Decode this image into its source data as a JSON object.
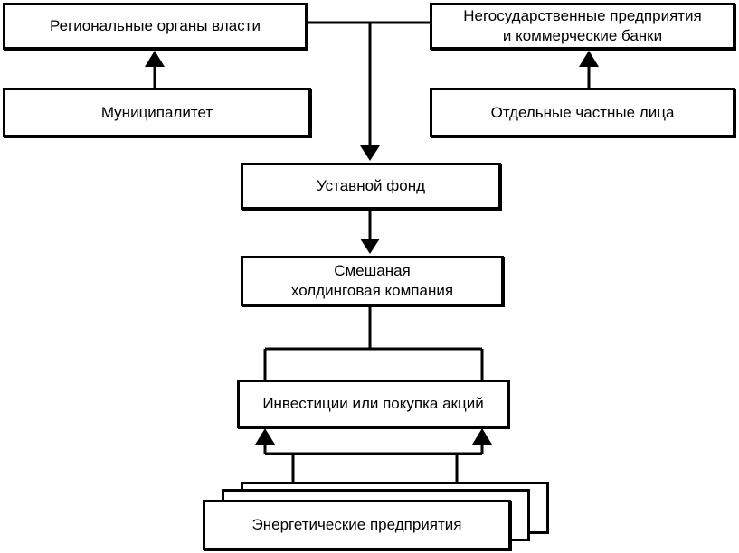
{
  "diagram": {
    "nodes": {
      "regional": {
        "label": "Региональные органы власти"
      },
      "municipality": {
        "label": "Муниципалитет"
      },
      "nonstate": {
        "label": "Негосударственные предприятия\nи коммерческие банки"
      },
      "private": {
        "label": "Отдельные частные лица"
      },
      "fund": {
        "label": "Уставной фонд"
      },
      "holding": {
        "label": "Смешаная\nхолдинговая компания"
      },
      "invest": {
        "label": "Инвестиции или покупка акций"
      },
      "energy": {
        "label": "Энергетические предприятия"
      }
    },
    "edges": [
      {
        "from": "municipality",
        "to": "regional"
      },
      {
        "from": "private",
        "to": "nonstate"
      },
      {
        "from": "regional",
        "to": "fund"
      },
      {
        "from": "nonstate",
        "to": "fund"
      },
      {
        "from": "fund",
        "to": "holding"
      },
      {
        "from": "holding",
        "to": "invest"
      },
      {
        "from": "energy",
        "to": "invest"
      }
    ],
    "colors": {
      "stroke": "#000000",
      "fill": "#ffffff"
    }
  }
}
